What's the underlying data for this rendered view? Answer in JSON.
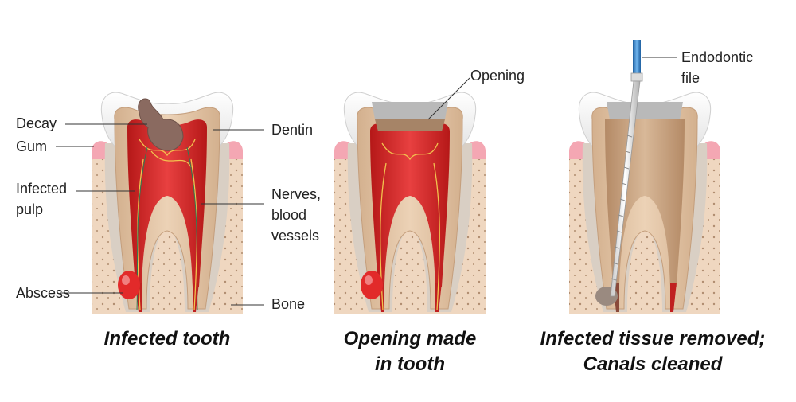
{
  "labels": {
    "decay": "Decay",
    "gum": "Gum",
    "infected_pulp_1": "Infected",
    "infected_pulp_2": "pulp",
    "abscess": "Abscess",
    "dentin": "Dentin",
    "nerves_1": "Nerves,",
    "nerves_2": "blood",
    "nerves_3": "vessels",
    "bone": "Bone",
    "opening": "Opening",
    "endo_1": "Endodontic",
    "endo_2": "file"
  },
  "captions": {
    "panel1": "Infected tooth",
    "panel2_line1": "Opening made",
    "panel2_line2": "in tooth",
    "panel3_line1": "Infected tissue removed;",
    "panel3_line2": "Canals cleaned"
  },
  "colors": {
    "gum": "#f4a7b3",
    "bone": "#efd7c0",
    "enamel": "#f2f2f2",
    "dentin": "#dfc0a0",
    "pulp_infected": "#d42a2a",
    "pulp_clean": "#cda583",
    "decay": "#8a6a60",
    "filling": "#b9b9b9",
    "file_handle": "#2f7ec6"
  }
}
